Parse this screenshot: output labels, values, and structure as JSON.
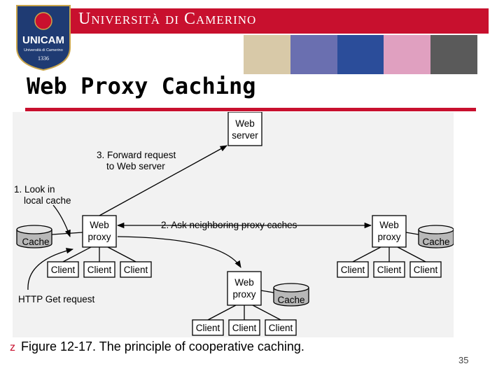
{
  "header": {
    "university_name": "Università di Camerino",
    "logo": {
      "name": "UNICAM",
      "subtitle": "Università di Camerino",
      "year": "1336"
    },
    "photo_strip_colors": [
      "#d8c9a8",
      "#6a6fb0",
      "#2b4d9a",
      "#e0a0c0",
      "#5a5a5a"
    ]
  },
  "slide": {
    "title": "Web Proxy Caching",
    "caption": "Figure 12-17. The principle of cooperative caching.",
    "page_number": "35",
    "bullet_glyph": "z"
  },
  "diagram": {
    "web_server": [
      "Web",
      "server"
    ],
    "proxy_label": [
      "Web",
      "proxy"
    ],
    "cache_label": "Cache",
    "client_label": "Client",
    "step1": [
      "1. Look in",
      "local cache"
    ],
    "step2": "2. Ask neighboring proxy caches",
    "step3": [
      "3. Forward request",
      "to Web server"
    ],
    "http_get": "HTTP Get request"
  },
  "colors": {
    "accent": "#c8102e",
    "diagram_background": "#f2f2f2",
    "cache_fill": "#b8b8b8"
  }
}
